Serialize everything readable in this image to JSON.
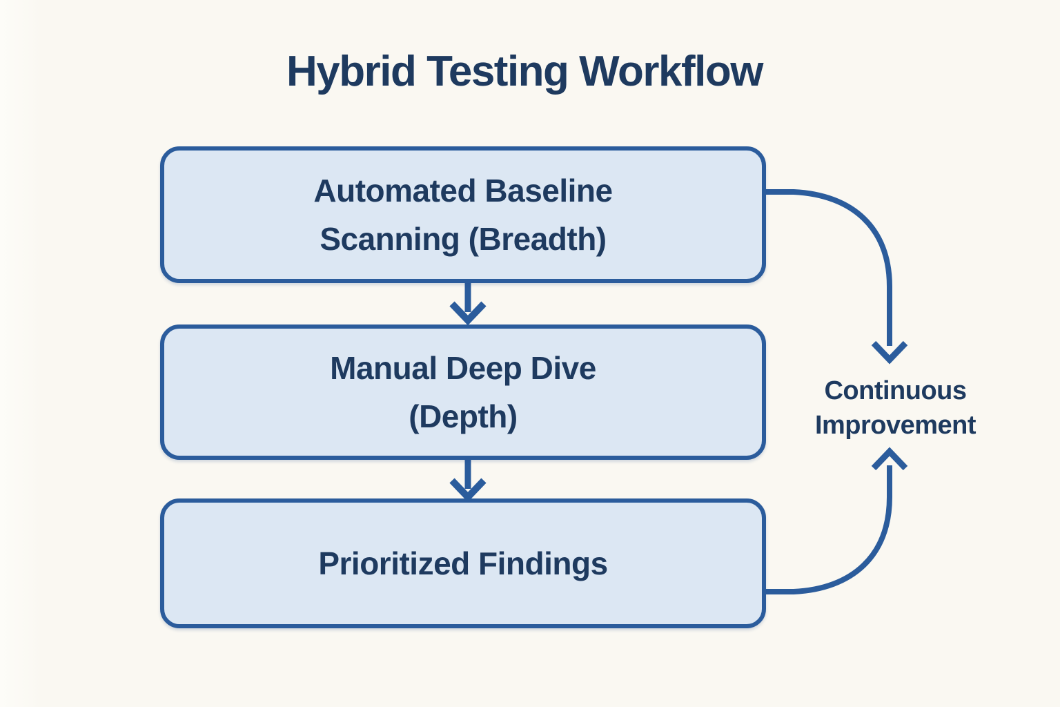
{
  "diagram": {
    "title": "Hybrid Testing Workflow",
    "nodes": [
      {
        "id": "automated-baseline-scanning",
        "line1": "Automated Baseline",
        "line2": "Scanning (Breadth)"
      },
      {
        "id": "manual-deep-dive",
        "line1": "Manual Deep Dive",
        "line2": "(Depth)"
      },
      {
        "id": "prioritized-findings",
        "line1": "Prioritized Findings"
      }
    ],
    "side_label": {
      "line1": "Continuous",
      "line2": "Improvement"
    },
    "flow": [
      "automated-baseline-scanning -> manual-deep-dive",
      "manual-deep-dive -> prioritized-findings",
      "automated-baseline-scanning -> continuous-improvement",
      "prioritized-findings -> continuous-improvement"
    ],
    "colors": {
      "background": "#faf8f2",
      "node_fill": "#dce7f3",
      "node_border": "#2b5c9c",
      "arrow": "#2b5c9c",
      "text": "#1e3a5f"
    }
  }
}
